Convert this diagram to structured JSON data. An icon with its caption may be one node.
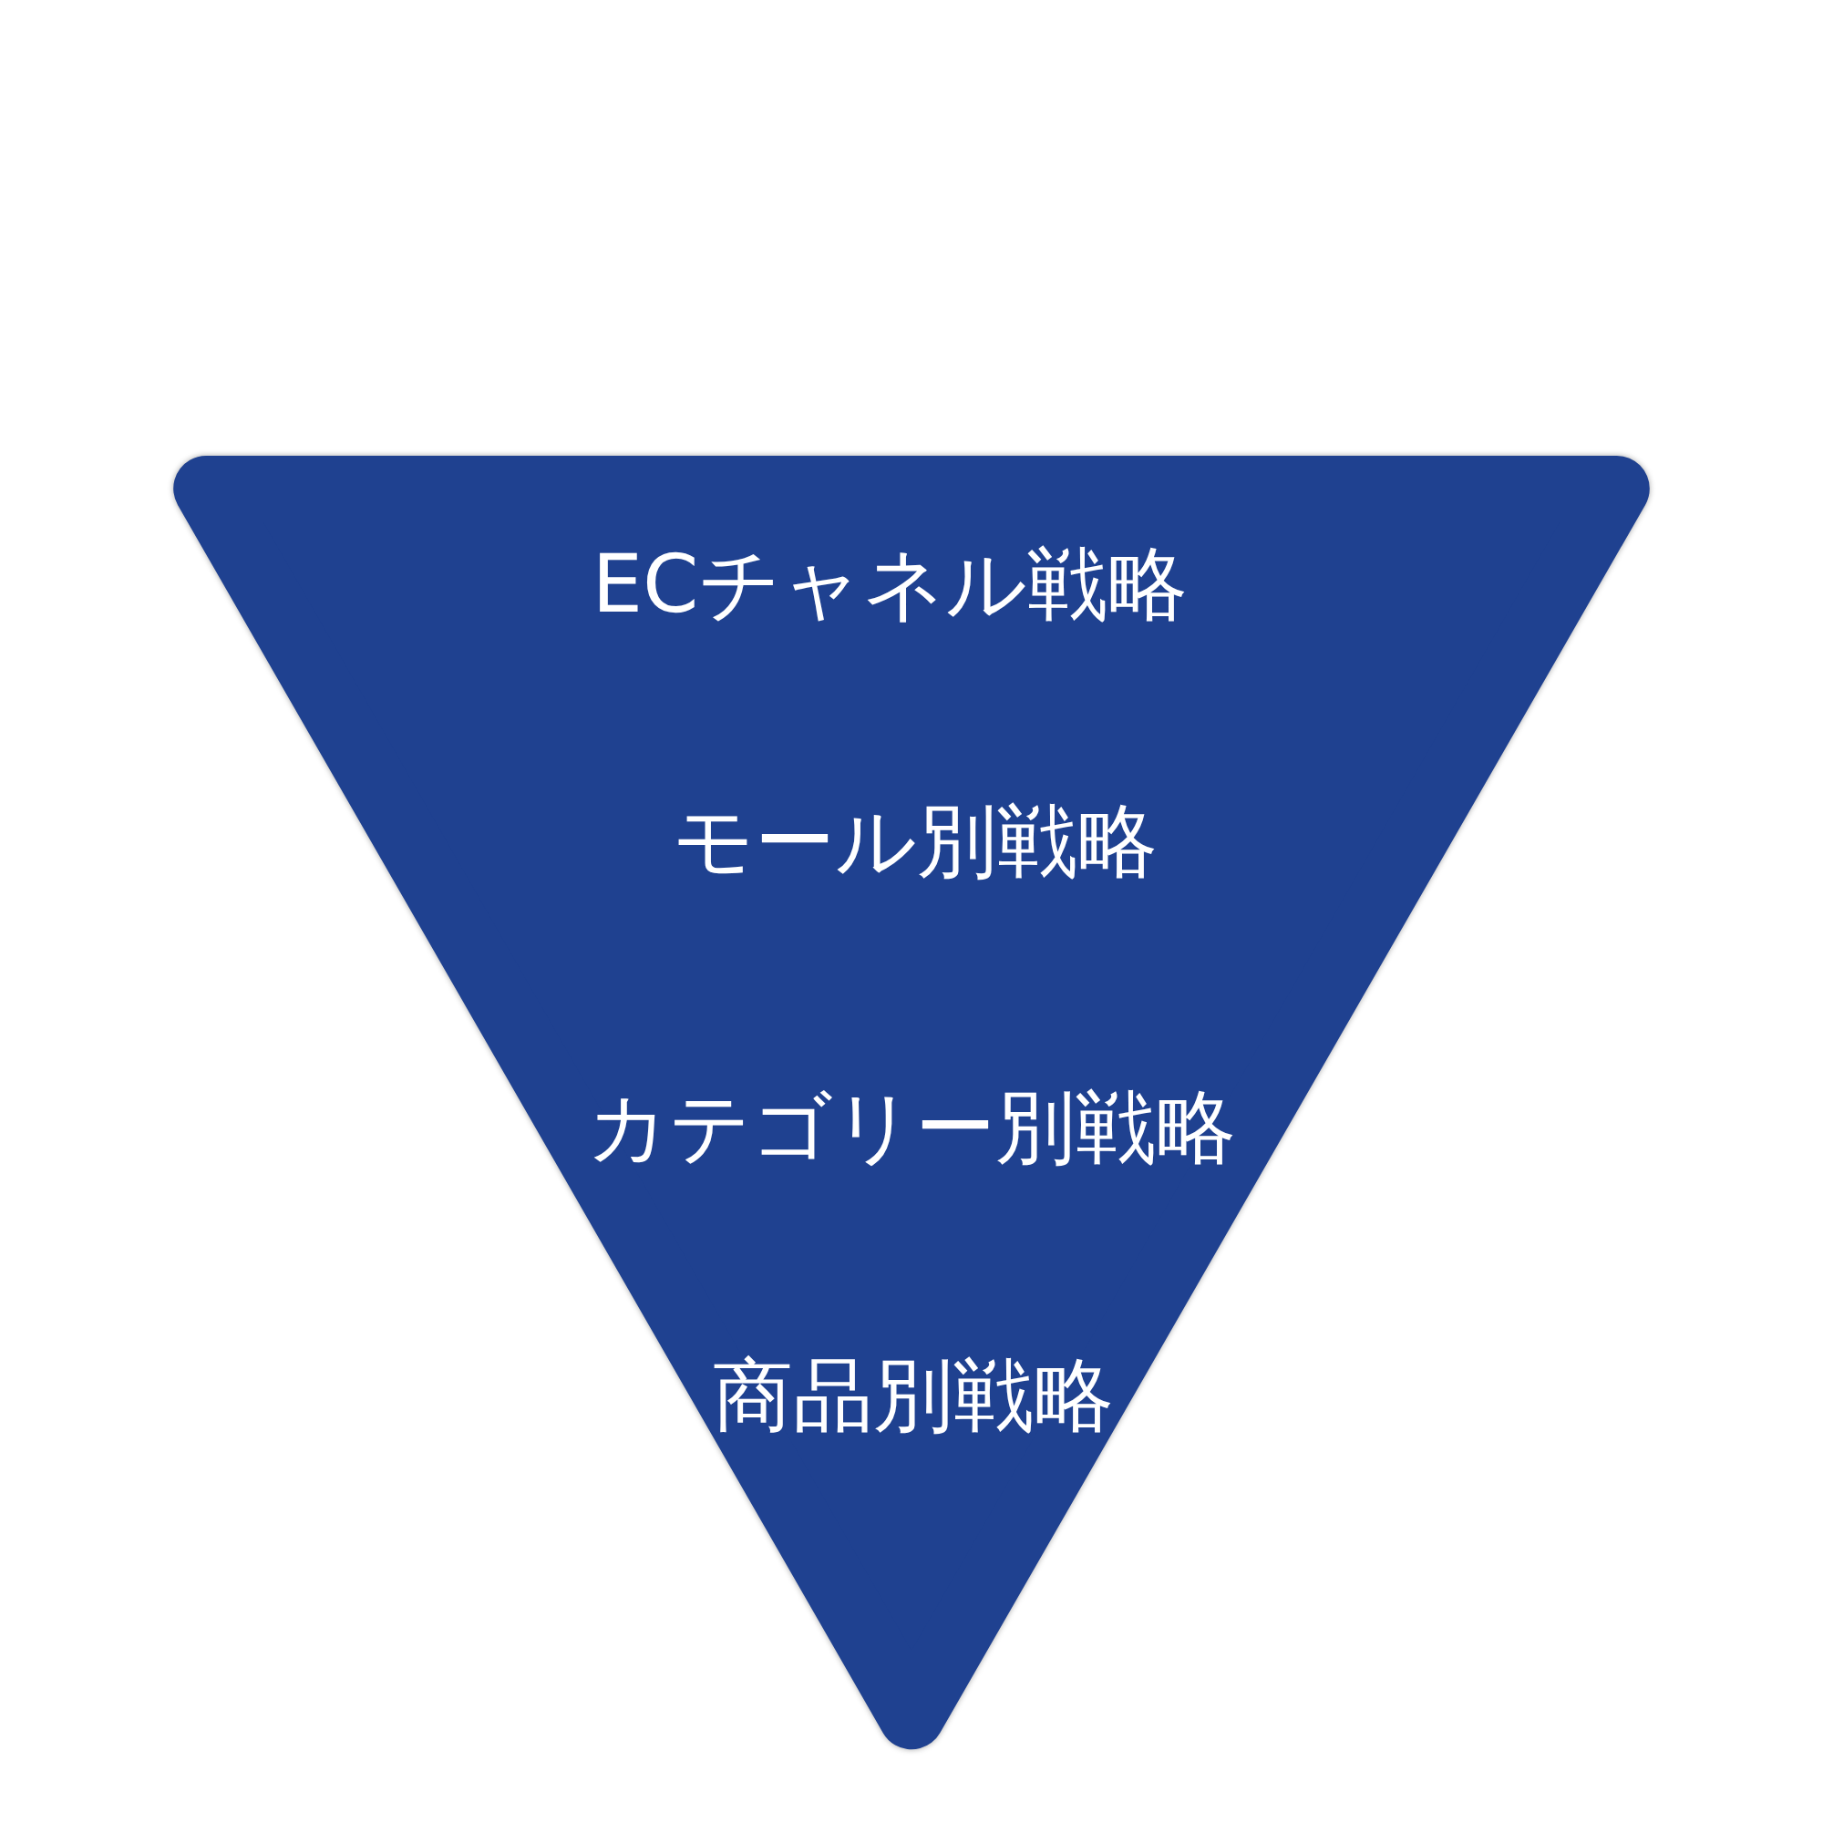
{
  "diagram": {
    "nodes": [
      {
        "text": [
          "ECチャネル戦略",
          "モール別戦略",
          "カテゴリー別戦略",
          "商品別戦略"
        ]
      }
    ]
  }
}
